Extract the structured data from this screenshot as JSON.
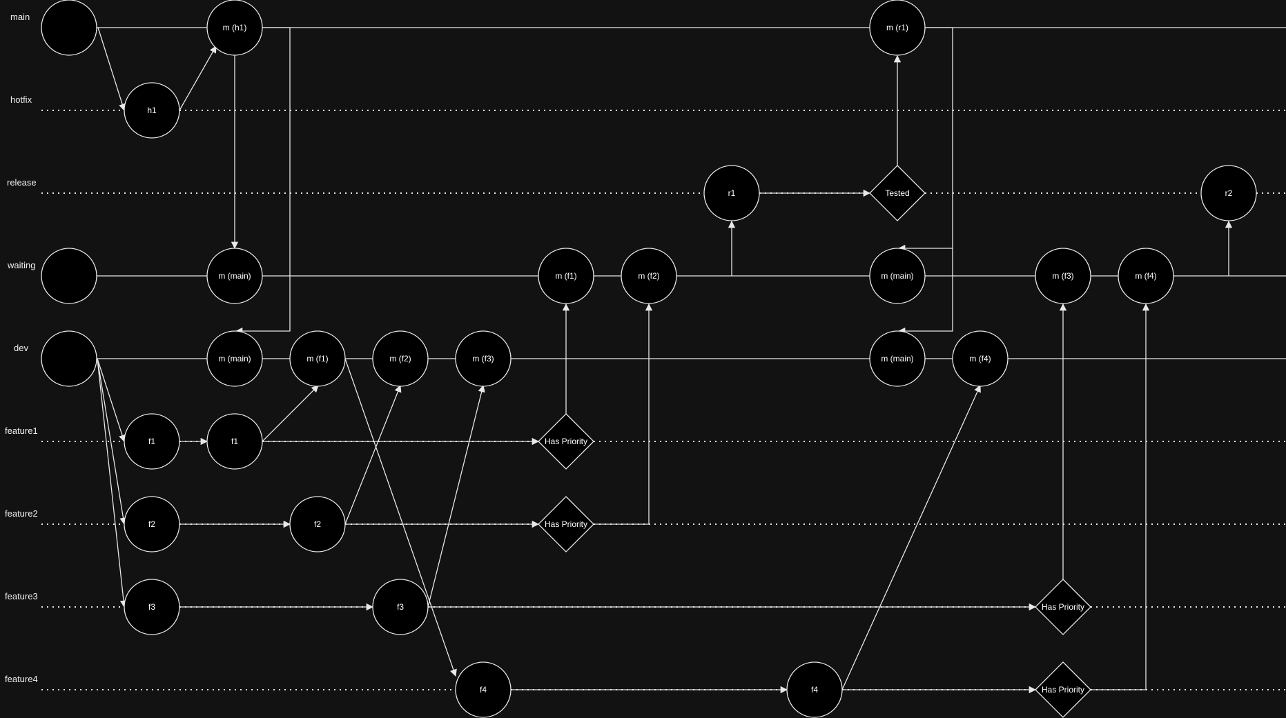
{
  "colors": {
    "background": "#121212",
    "line": "#e8e8e8",
    "node_fill": "#000000"
  },
  "lanes": [
    {
      "id": "main",
      "label": "main",
      "style": "solid"
    },
    {
      "id": "hotfix",
      "label": "hotfix",
      "style": "dotted"
    },
    {
      "id": "release",
      "label": "release",
      "style": "dotted"
    },
    {
      "id": "waiting",
      "label": "waiting",
      "style": "solid"
    },
    {
      "id": "dev",
      "label": "dev",
      "style": "solid"
    },
    {
      "id": "feature1",
      "label": "feature1",
      "style": "dotted"
    },
    {
      "id": "feature2",
      "label": "feature2",
      "style": "dotted"
    },
    {
      "id": "feature3",
      "label": "feature3",
      "style": "dotted"
    },
    {
      "id": "feature4",
      "label": "feature4",
      "style": "dotted"
    }
  ],
  "nodes": [
    {
      "id": "main-start",
      "label": "",
      "shape": "circle",
      "lane": "main"
    },
    {
      "id": "m-h1",
      "label": "m (h1)",
      "shape": "circle",
      "lane": "main"
    },
    {
      "id": "m-r1",
      "label": "m (r1)",
      "shape": "circle",
      "lane": "main"
    },
    {
      "id": "h1",
      "label": "h1",
      "shape": "circle",
      "lane": "hotfix"
    },
    {
      "id": "r1",
      "label": "r1",
      "shape": "circle",
      "lane": "release"
    },
    {
      "id": "tested",
      "label": "Tested",
      "shape": "diamond",
      "lane": "release"
    },
    {
      "id": "r2",
      "label": "r2",
      "shape": "circle",
      "lane": "release"
    },
    {
      "id": "waiting-start",
      "label": "",
      "shape": "circle",
      "lane": "waiting"
    },
    {
      "id": "w-main1",
      "label": "m (main)",
      "shape": "circle",
      "lane": "waiting"
    },
    {
      "id": "w-f1",
      "label": "m (f1)",
      "shape": "circle",
      "lane": "waiting"
    },
    {
      "id": "w-f2",
      "label": "m (f2)",
      "shape": "circle",
      "lane": "waiting"
    },
    {
      "id": "w-main2",
      "label": "m (main)",
      "shape": "circle",
      "lane": "waiting"
    },
    {
      "id": "w-f3",
      "label": "m (f3)",
      "shape": "circle",
      "lane": "waiting"
    },
    {
      "id": "w-f4",
      "label": "m (f4)",
      "shape": "circle",
      "lane": "waiting"
    },
    {
      "id": "dev-start",
      "label": "",
      "shape": "circle",
      "lane": "dev"
    },
    {
      "id": "d-main1",
      "label": "m (main)",
      "shape": "circle",
      "lane": "dev"
    },
    {
      "id": "d-f1",
      "label": "m (f1)",
      "shape": "circle",
      "lane": "dev"
    },
    {
      "id": "d-f2",
      "label": "m (f2)",
      "shape": "circle",
      "lane": "dev"
    },
    {
      "id": "d-f3",
      "label": "m (f3)",
      "shape": "circle",
      "lane": "dev"
    },
    {
      "id": "d-main2",
      "label": "m (main)",
      "shape": "circle",
      "lane": "dev"
    },
    {
      "id": "d-f4",
      "label": "m (f4)",
      "shape": "circle",
      "lane": "dev"
    },
    {
      "id": "f1a",
      "label": "f1",
      "shape": "circle",
      "lane": "feature1"
    },
    {
      "id": "f1b",
      "label": "f1",
      "shape": "circle",
      "lane": "feature1"
    },
    {
      "id": "hp1",
      "label": "Has Priority",
      "shape": "diamond",
      "lane": "feature1"
    },
    {
      "id": "f2a",
      "label": "f2",
      "shape": "circle",
      "lane": "feature2"
    },
    {
      "id": "f2b",
      "label": "f2",
      "shape": "circle",
      "lane": "feature2"
    },
    {
      "id": "hp2",
      "label": "Has Priority",
      "shape": "diamond",
      "lane": "feature2"
    },
    {
      "id": "f3a",
      "label": "f3",
      "shape": "circle",
      "lane": "feature3"
    },
    {
      "id": "f3b",
      "label": "f3",
      "shape": "circle",
      "lane": "feature3"
    },
    {
      "id": "hp3",
      "label": "Has Priority",
      "shape": "diamond",
      "lane": "feature3"
    },
    {
      "id": "f4a",
      "label": "f4",
      "shape": "circle",
      "lane": "feature4"
    },
    {
      "id": "f4b",
      "label": "f4",
      "shape": "circle",
      "lane": "feature4"
    },
    {
      "id": "hp4",
      "label": "Has Priority",
      "shape": "diamond",
      "lane": "feature4"
    }
  ],
  "edges": [
    {
      "from": "main-start",
      "to": "h1"
    },
    {
      "from": "h1",
      "to": "m-h1"
    },
    {
      "from": "m-h1",
      "to": "w-main1"
    },
    {
      "from": "m-h1",
      "to": "d-main1"
    },
    {
      "from": "r1",
      "to": "tested"
    },
    {
      "from": "tested",
      "to": "m-r1"
    },
    {
      "from": "m-r1",
      "to": "w-main2"
    },
    {
      "from": "m-r1",
      "to": "d-main2"
    },
    {
      "from": "w-f2",
      "to": "r1"
    },
    {
      "from": "w-f4",
      "to": "r2"
    },
    {
      "from": "dev-start",
      "to": "f1a"
    },
    {
      "from": "dev-start",
      "to": "f2a"
    },
    {
      "from": "dev-start",
      "to": "f3a"
    },
    {
      "from": "f1a",
      "to": "f1b"
    },
    {
      "from": "f1b",
      "to": "d-f1"
    },
    {
      "from": "f1b",
      "to": "hp1"
    },
    {
      "from": "hp1",
      "to": "w-f1"
    },
    {
      "from": "f2a",
      "to": "f2b"
    },
    {
      "from": "f2b",
      "to": "d-f2"
    },
    {
      "from": "f2b",
      "to": "hp2"
    },
    {
      "from": "hp2",
      "to": "w-f2"
    },
    {
      "from": "f3a",
      "to": "f3b"
    },
    {
      "from": "f3b",
      "to": "d-f3"
    },
    {
      "from": "f3b",
      "to": "hp3"
    },
    {
      "from": "hp3",
      "to": "w-f3"
    },
    {
      "from": "d-f1",
      "to": "f4a"
    },
    {
      "from": "f4a",
      "to": "f4b"
    },
    {
      "from": "f4b",
      "to": "d-f4"
    },
    {
      "from": "f4b",
      "to": "hp4"
    },
    {
      "from": "hp4",
      "to": "w-f4"
    }
  ]
}
